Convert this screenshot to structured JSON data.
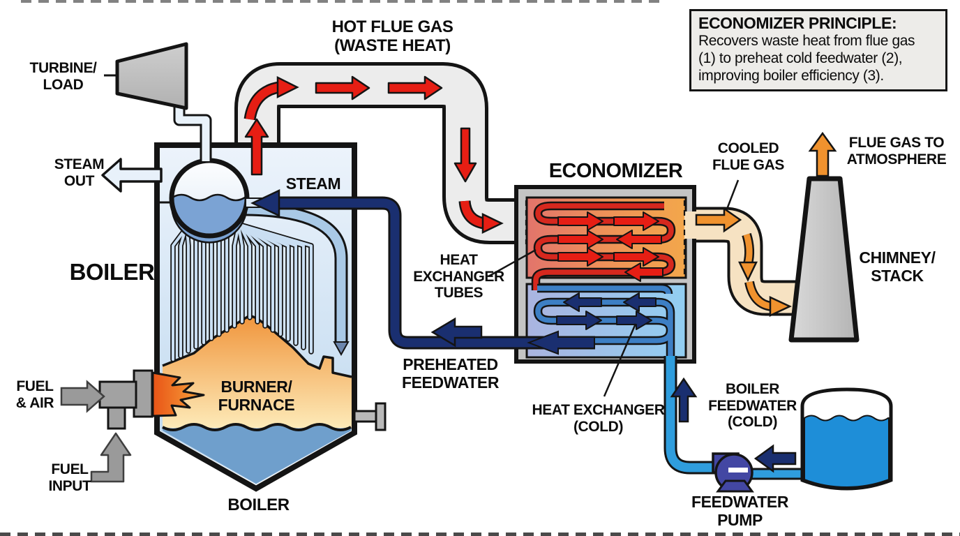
{
  "labels": {
    "turbine_load": "TURBINE/\nLOAD",
    "steam_out": "STEAM\nOUT",
    "boiler_left": "BOILER",
    "steam": "STEAM",
    "hot_flue_gas": "HOT FLUE GAS\n(WASTE HEAT)",
    "economizer": "ECONOMIZER",
    "cooled_flue_gas": "COOLED\nFLUE GAS",
    "flue_gas_to_atmosphere": "FLUE GAS TO\nATMOSPHERE",
    "chimney_stack": "CHIMNEY/\nSTACK",
    "heat_exchanger_tubes": "HEAT\nEXCHANGER\nTUBES",
    "preheated_feedwater": "PREHEATED\nFEEDWATER",
    "heat_exchanger_cold": "HEAT EXCHANGER\n(COLD)",
    "boiler_feedwater_cold": "BOILER\nFEEDWATER\n(COLD)",
    "feedwater_pump": "FEEDWATER\nPUMP",
    "boiler_bottom": "BOILER",
    "burner_furnace": "BURNER/\nFURNACE",
    "fuel_air": "FUEL\n& AIR",
    "fuel_input": "FUEL\nINPUT"
  },
  "principle_box": {
    "title": "ECONOMIZER PRINCIPLE:",
    "body": "Recovers waste heat from flue gas\n(1) to preheat cold feedwater (2),\nimproving boiler efficiency (3)."
  },
  "colors": {
    "hot_flue_gas_arrow": "#E61E14",
    "cooled_flue_gas_arrow": "#F0922E",
    "cold_feedwater_pipe": "#2F9DDD",
    "preheated_feedwater_pipe": "#1A2F70",
    "hot_duct": "#ECECEC",
    "cooled_duct": "#F6E2C2",
    "tank_water": "#1E8ED8"
  }
}
